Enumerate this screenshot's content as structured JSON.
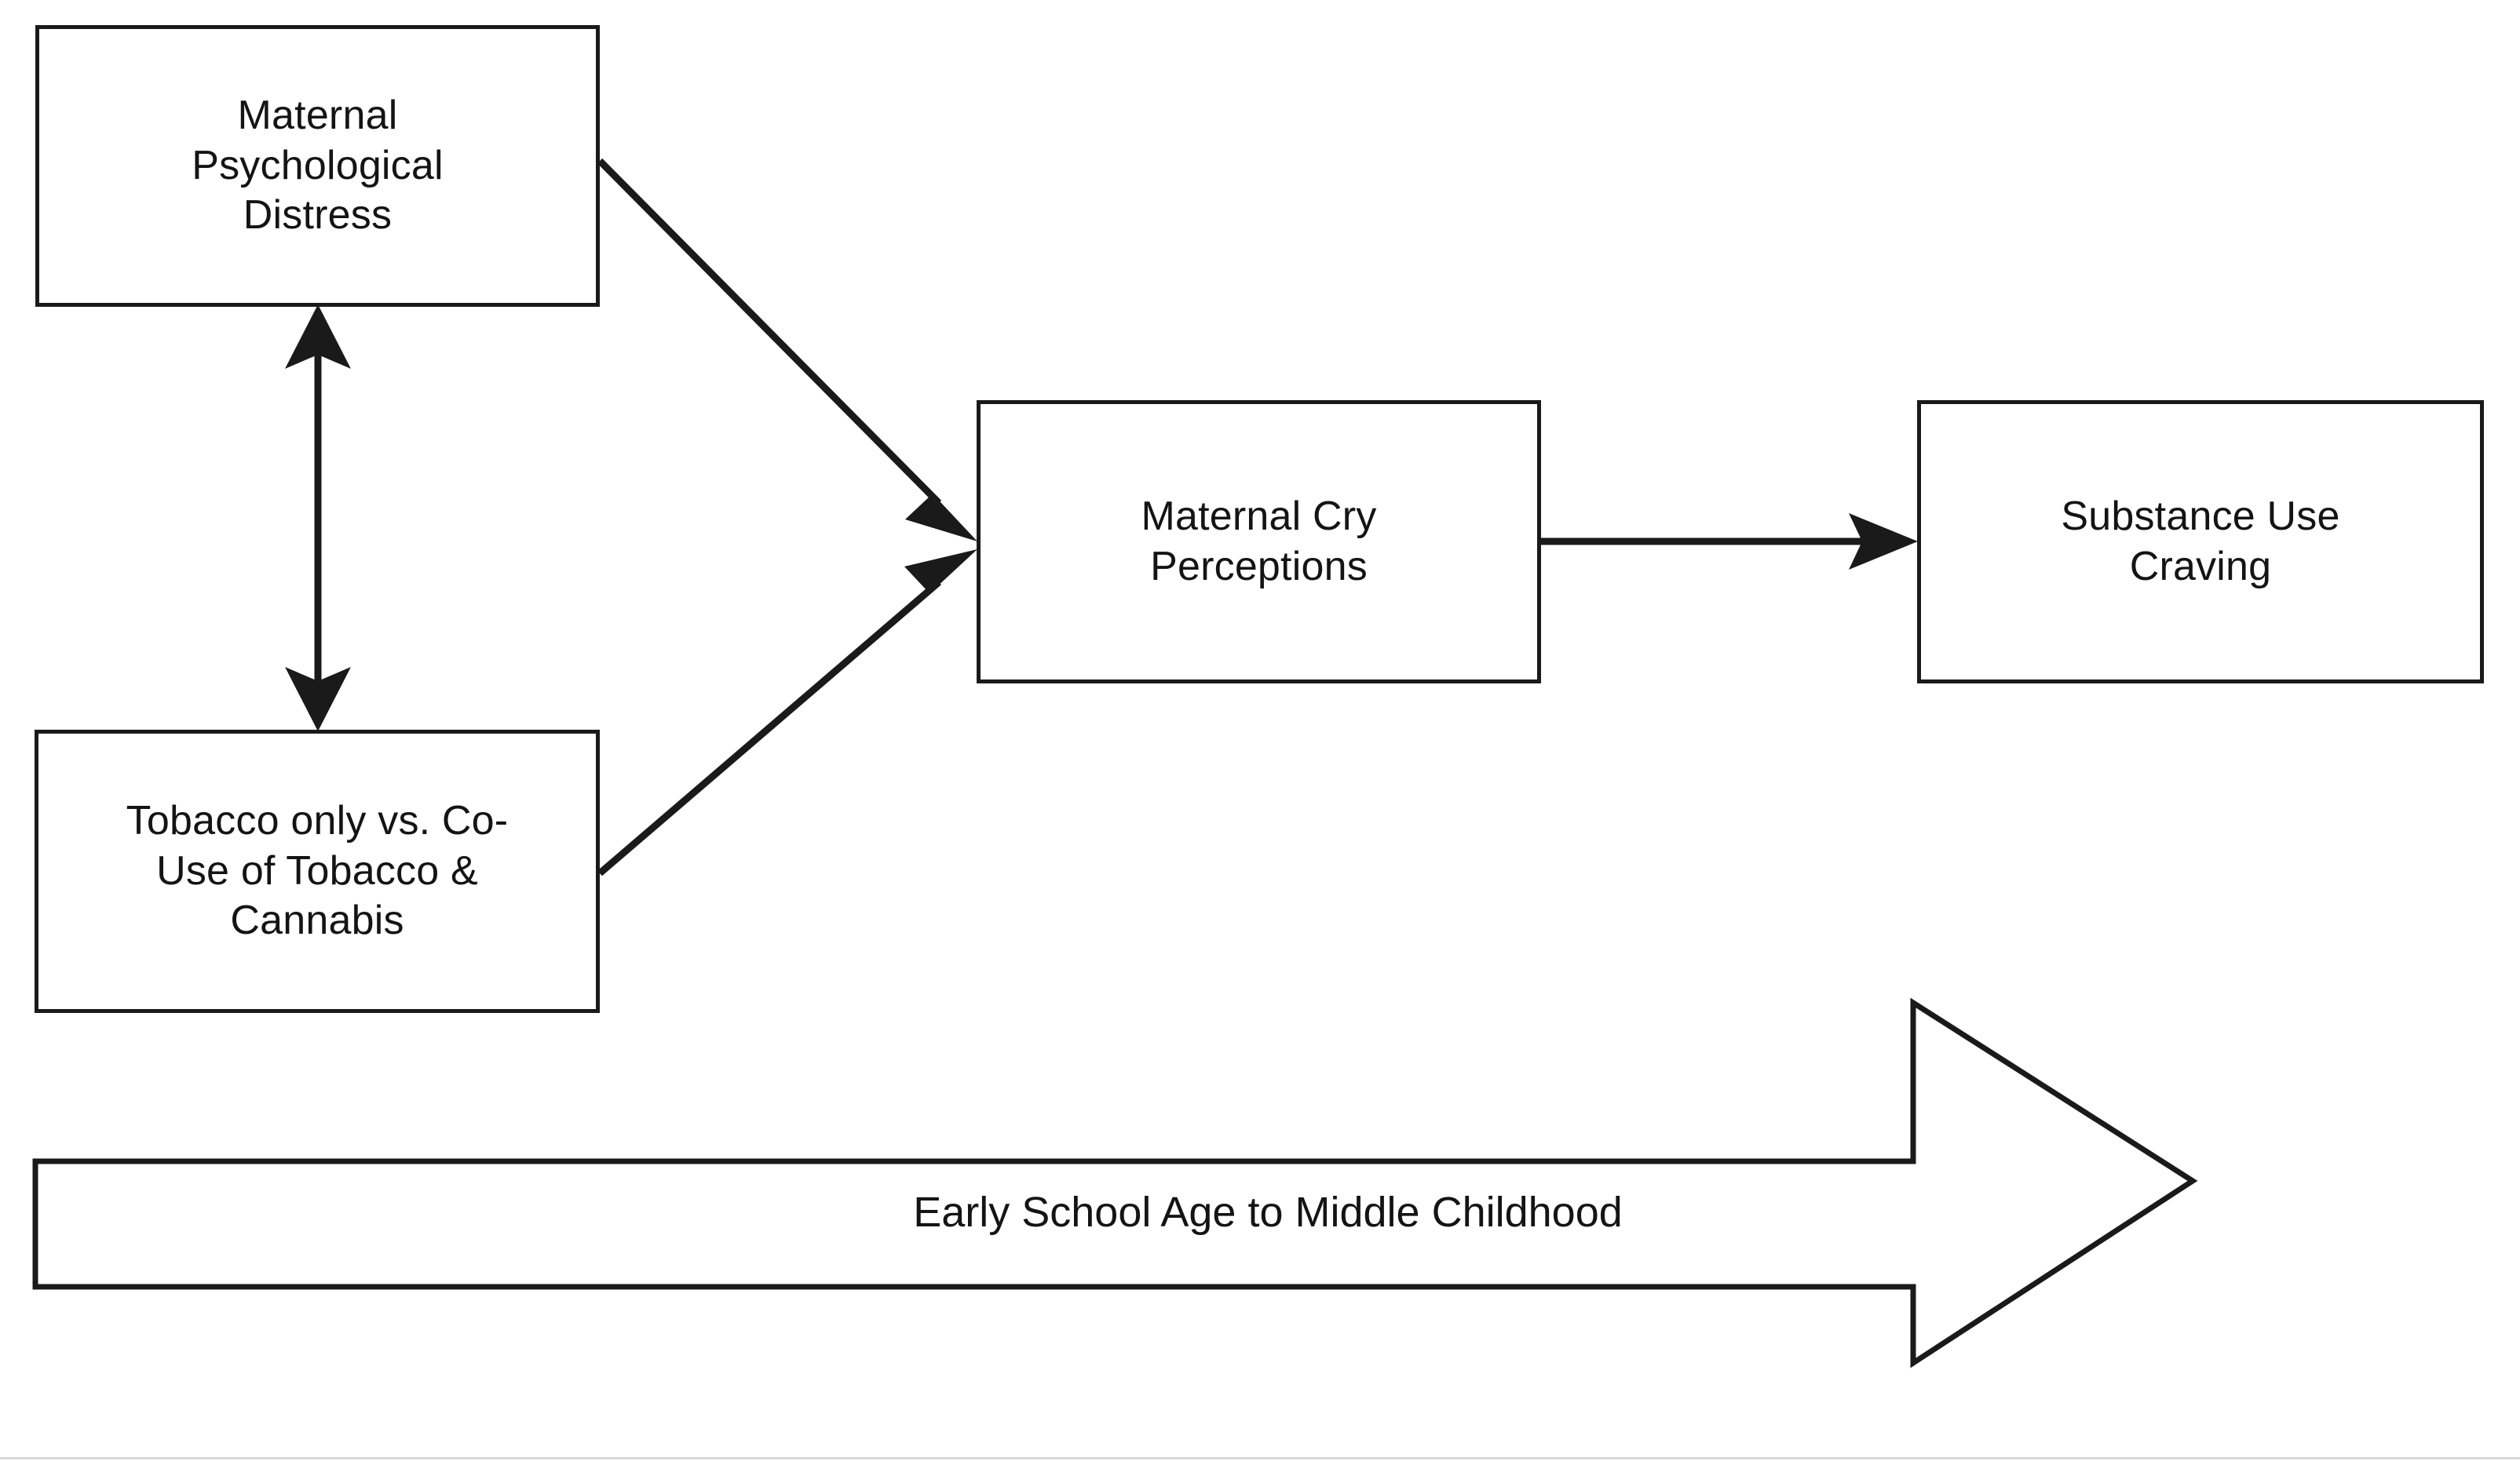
{
  "diagram": {
    "type": "conceptual-path-model",
    "background_color": "#ffffff",
    "line_color": "#1a1a1a",
    "text_color": "#141414",
    "nodes": [
      {
        "id": "maternal-distress",
        "label": "Maternal\nPsychological\nDistress",
        "lines": [
          "Maternal",
          "Psychological",
          "Distress"
        ]
      },
      {
        "id": "tobacco-couse",
        "label": "Tobacco only vs. Co-\nUse of Tobacco &\nCannabis",
        "lines": [
          "Tobacco only vs. Co-",
          "Use of Tobacco &",
          "Cannabis"
        ]
      },
      {
        "id": "cry-perceptions",
        "label": "Maternal Cry\nPerceptions",
        "lines": [
          "Maternal Cry",
          "Perceptions"
        ]
      },
      {
        "id": "substance-craving",
        "label": "Substance Use\nCraving",
        "lines": [
          "Substance Use",
          "Craving"
        ]
      }
    ],
    "edges": [
      {
        "id": "distress-to-cry",
        "from": "maternal-distress",
        "to": "cry-perceptions",
        "style": "solid",
        "arrowheads": "end"
      },
      {
        "id": "tobacco-to-cry",
        "from": "tobacco-couse",
        "to": "cry-perceptions",
        "style": "solid",
        "arrowheads": "end"
      },
      {
        "id": "cry-to-craving",
        "from": "cry-perceptions",
        "to": "substance-craving",
        "style": "solid",
        "arrowheads": "end"
      },
      {
        "id": "distress-tobacco-correlation",
        "from": "maternal-distress",
        "to": "tobacco-couse",
        "style": "solid",
        "arrowheads": "both"
      }
    ],
    "timeline": {
      "id": "timeline-arrow",
      "label": "Early School Age to Middle Childhood",
      "direction": "left-to-right"
    }
  }
}
